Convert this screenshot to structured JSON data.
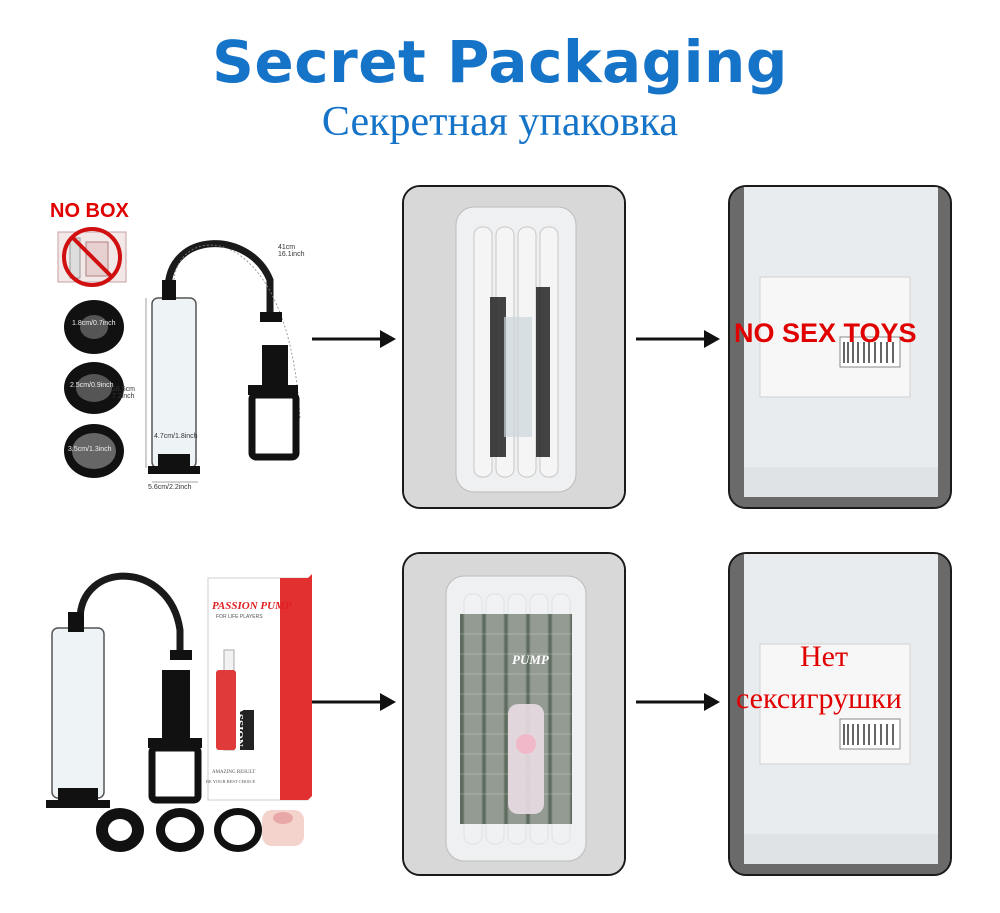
{
  "header": {
    "title_en": "Secret Packaging",
    "title_ru": "Секретная упаковка",
    "title_color": "#1674c8"
  },
  "row1": {
    "no_box_label": "NO BOX",
    "ring_sizes": [
      "1.8cm/0.7inch",
      "2.5cm/0.9inch",
      "3.5cm/1.3inch"
    ],
    "dim_hose": "41cm\n16.1inch",
    "dim_height": "18.5cm\n7.2inch",
    "dim_inner": "4.7cm/1.8inch",
    "dim_base": "5.6cm/2.2inch",
    "overlay_text": "NO SEX TOYS",
    "overlay_color": "#e00000"
  },
  "row2": {
    "box_brand": "PASSION PUMP",
    "box_sub": "FOR LIFE PLAYERS",
    "box_side": "PASSION PUMP",
    "box_tag1": "AMAZING RESULT",
    "box_tag2": "BE YOUR BEST CHOICE",
    "bag_label": "PUMP",
    "overlay_line1": "Нет",
    "overlay_line2": "сексигрушки"
  }
}
